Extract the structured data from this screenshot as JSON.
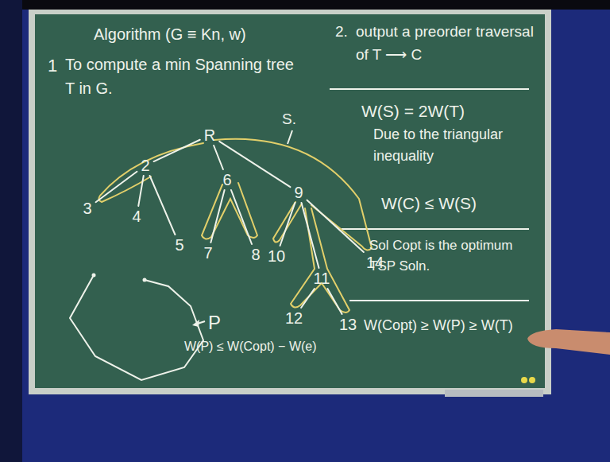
{
  "diagram": {
    "nodes": [
      {
        "text": [
          "R"
        ]
      },
      {
        "text": [
          "2"
        ]
      },
      {
        "text": [
          "3"
        ]
      },
      {
        "text": [
          "4"
        ]
      },
      {
        "text": [
          "5"
        ]
      },
      {
        "text": [
          "6"
        ]
      },
      {
        "text": [
          "7"
        ]
      },
      {
        "text": [
          "8"
        ]
      },
      {
        "text": [
          "9"
        ]
      },
      {
        "text": [
          "10"
        ]
      },
      {
        "text": [
          "11"
        ]
      },
      {
        "text": [
          "12"
        ]
      },
      {
        "text": [
          "13"
        ]
      },
      {
        "text": [
          "14"
        ]
      }
    ],
    "edges": [
      {
        "from": 0,
        "to": 1,
        "arrow": "none"
      },
      {
        "from": 0,
        "to": 5,
        "arrow": "none"
      },
      {
        "from": 0,
        "to": 8,
        "arrow": "none"
      },
      {
        "from": 1,
        "to": 2,
        "arrow": "none"
      },
      {
        "from": 1,
        "to": 3,
        "arrow": "none"
      },
      {
        "from": 1,
        "to": 4,
        "arrow": "none"
      },
      {
        "from": 5,
        "to": 6,
        "arrow": "none"
      },
      {
        "from": 5,
        "to": 7,
        "arrow": "none"
      },
      {
        "from": 8,
        "to": 9,
        "arrow": "none"
      },
      {
        "from": 8,
        "to": 10,
        "arrow": "none"
      },
      {
        "from": 8,
        "to": 13,
        "arrow": "none"
      },
      {
        "from": 10,
        "to": 11,
        "arrow": "none"
      },
      {
        "from": 10,
        "to": 12,
        "arrow": "none"
      }
    ],
    "labels": [
      "Algorithm (G ≡ Kn, w)",
      "1",
      "To compute a min Spanning tree T in G.",
      "2.",
      "output a preorder traversal of T ⟶ C",
      "W(S) = 2W(T)",
      "Due to the triangular inequality",
      "W(C) ≤ W(S)",
      "Sol Copt is the optimum TSP Soln.",
      "W(Copt) ≥ W(P) ≥ W(T)",
      "S.",
      "P",
      "W(P) ≤ W(Copt) − W(e)"
    ]
  }
}
